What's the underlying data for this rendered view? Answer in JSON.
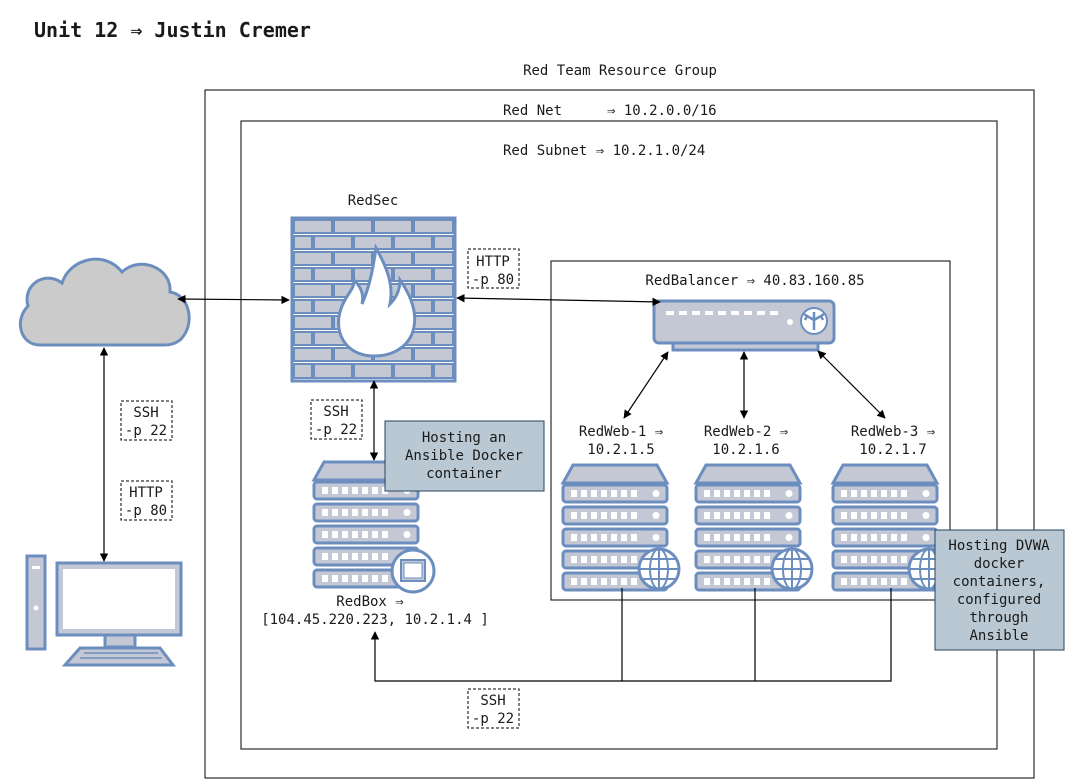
{
  "title": "Unit 12 ⇒ Justin Cremer",
  "containers": {
    "resource_group": "Red Team Resource Group",
    "net_name": "Red Net",
    "net_cidr": "⇒ 10.2.0.0/16",
    "subnet": "Red Subnet ⇒ 10.2.1.0/24"
  },
  "nodes": {
    "firewall": "RedSec",
    "balancer": "RedBalancer ⇒ 40.83.160.85",
    "web1_line1": "RedWeb-1 ⇒",
    "web1_line2": "10.2.1.5",
    "web2_line1": "RedWeb-2 ⇒",
    "web2_line2": "10.2.1.6",
    "web3_line1": "RedWeb-3 ⇒",
    "web3_line2": "10.2.1.7",
    "box_line1": "RedBox ⇒",
    "box_line2": "[104.45.220.223, 10.2.1.4 ]"
  },
  "port_labels": {
    "http_fw_line1": "HTTP",
    "http_fw_line2": "-p 80",
    "ssh_box_line1": "SSH",
    "ssh_box_line2": "-p 22",
    "ssh_client_line1": "SSH",
    "ssh_client_line2": "-p 22",
    "http_client_line1": "HTTP",
    "http_client_line2": "-p 80",
    "ssh_web_line1": "SSH",
    "ssh_web_line2": "-p 22"
  },
  "notes": {
    "ansible": [
      "Hosting an",
      "Ansible Docker",
      "container"
    ],
    "dvwa": [
      "Hosting DVWA",
      "docker",
      "containers,",
      "configured",
      "through",
      "Ansible"
    ]
  },
  "icons": {
    "cloud": "cloud-icon",
    "firewall": "firewall-icon",
    "balancer": "load-balancer-icon",
    "server": "server-icon",
    "globe": "globe-icon",
    "computer": "workstation-icon"
  },
  "colors": {
    "device_stroke": "#6c8ebf",
    "device_fill": "#c4c8d4",
    "callout_fill": "#bac8d3"
  }
}
